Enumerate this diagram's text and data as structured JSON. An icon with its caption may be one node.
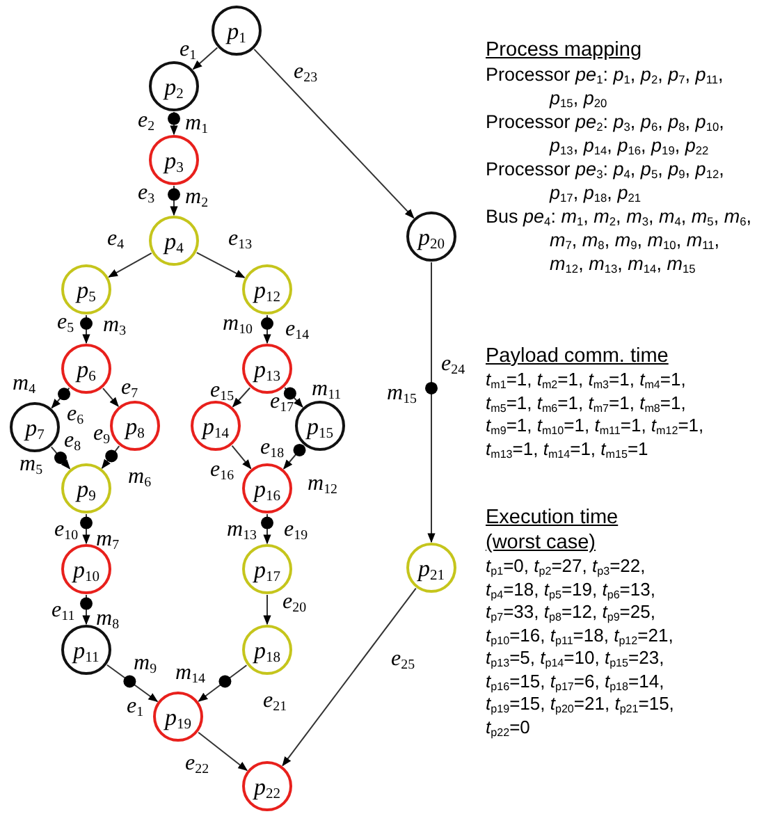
{
  "diagram": {
    "nodes": [
      {
        "text": [
          "*p*$_{1}$"
        ]
      },
      {
        "text": [
          "*p*$_{2}$"
        ]
      },
      {
        "text": [
          "*p*$_{3}$"
        ]
      },
      {
        "text": [
          "*p*$_{4}$"
        ]
      },
      {
        "text": [
          "*p*$_{5}$"
        ]
      },
      {
        "text": [
          "*p*$_{12}$"
        ]
      },
      {
        "text": [
          "*p*$_{6}$"
        ]
      },
      {
        "text": [
          "*p*$_{13}$"
        ]
      },
      {
        "text": [
          "*p*$_{7}$"
        ]
      },
      {
        "text": [
          "*p*$_{8}$"
        ]
      },
      {
        "text": [
          "*p*$_{14}$"
        ]
      },
      {
        "text": [
          "*p*$_{15}$"
        ]
      },
      {
        "text": [
          "*p*$_{9}$"
        ]
      },
      {
        "text": [
          "*p*$_{16}$"
        ]
      },
      {
        "text": [
          "*p*$_{10}$"
        ]
      },
      {
        "text": [
          "*p*$_{17}$"
        ]
      },
      {
        "text": [
          "*p*$_{11}$"
        ]
      },
      {
        "text": [
          "*p*$_{18}$"
        ]
      },
      {
        "text": [
          "*p*$_{19}$"
        ]
      },
      {
        "text": [
          "*p*$_{22}$"
        ]
      },
      {
        "text": [
          "*p*$_{20}$"
        ]
      },
      {
        "text": [
          "*p*$_{21}$"
        ]
      }
    ],
    "edges": [
      {
        "from": 0,
        "to": 1,
        "arrow": "to",
        "label": "*e*$_{1}$"
      },
      {
        "from": 1,
        "to": 2,
        "arrow": "to",
        "label": "*e*$_{2}$"
      },
      {
        "from": 2,
        "to": 3,
        "arrow": "to",
        "label": "*e*$_{3}$"
      },
      {
        "from": 3,
        "to": 4,
        "arrow": "to",
        "label": "*e*$_{4}$"
      },
      {
        "from": 4,
        "to": 6,
        "arrow": "to",
        "label": "*e*$_{5}$"
      },
      {
        "from": 6,
        "to": 8,
        "arrow": "to",
        "label": "*e*$_{6}$"
      },
      {
        "from": 6,
        "to": 9,
        "arrow": "to",
        "label": "*e*$_{7}$"
      },
      {
        "from": 8,
        "to": 12,
        "arrow": "to",
        "label": "*e*$_{8}$"
      },
      {
        "from": 9,
        "to": 12,
        "arrow": "to",
        "label": "*e*$_{9}$"
      },
      {
        "from": 12,
        "to": 14,
        "arrow": "to",
        "label": "*e*$_{10}$"
      },
      {
        "from": 14,
        "to": 16,
        "arrow": "to",
        "label": "*e*$_{11}$"
      },
      {
        "from": 3,
        "to": 5,
        "arrow": "to",
        "label": "*e*$_{13}$"
      },
      {
        "from": 5,
        "to": 7,
        "arrow": "to",
        "label": "*e*$_{14}$"
      },
      {
        "from": 7,
        "to": 10,
        "arrow": "to",
        "label": "*e*$_{15}$"
      },
      {
        "from": 10,
        "to": 13,
        "arrow": "to",
        "label": "*e*$_{16}$"
      },
      {
        "from": 7,
        "to": 11,
        "arrow": "to",
        "label": "*e*$_{17}$"
      },
      {
        "from": 11,
        "to": 13,
        "arrow": "to",
        "label": "*e*$_{18}$"
      },
      {
        "from": 13,
        "to": 15,
        "arrow": "to",
        "label": "*e*$_{19}$"
      },
      {
        "from": 15,
        "to": 17,
        "arrow": "to",
        "label": "*e*$_{20}$"
      },
      {
        "from": 16,
        "to": 18,
        "arrow": "to",
        "label": "*e*$_{1}$"
      },
      {
        "from": 17,
        "to": 18,
        "arrow": "to",
        "label": "*e*$_{21}$"
      },
      {
        "from": 18,
        "to": 19,
        "arrow": "to",
        "label": "*e*$_{22}$"
      },
      {
        "from": 0,
        "to": 20,
        "arrow": "to",
        "label": "*e*$_{23}$"
      },
      {
        "from": 20,
        "to": 21,
        "arrow": "to",
        "label": "*e*$_{24}$"
      },
      {
        "from": 21,
        "to": 19,
        "arrow": "to",
        "label": "*e*$_{25}$"
      }
    ],
    "labels": [
      "*m*$_{1}$",
      "*m*$_{2}$",
      "*m*$_{3}$",
      "*m*$_{4}$",
      "*m*$_{5}$",
      "*m*$_{6}$",
      "*m*$_{7}$",
      "*m*$_{8}$",
      "*m*$_{9}$",
      "*m*$_{10}$",
      "*m*$_{11}$",
      "*m*$_{12}$",
      "*m*$_{13}$",
      "*m*$_{14}$",
      "*m*$_{15}$",
      "Process mapping",
      "Processor *pe*$_{1}$: *p*$_{1}$, *p*$_{2}$, *p*$_{7}$, *p*$_{11}$, *p*$_{15}$, *p*$_{20}$",
      "Processor *pe*$_{2}$: *p*$_{3}$, *p*$_{6}$, *p*$_{8}$, *p*$_{10}$, *p*$_{13}$, *p*$_{14}$, *p*$_{16}$, *p*$_{19}$, *p*$_{22}$",
      "Processor *pe*$_{3}$: *p*$_{4}$, *p*$_{5}$, *p*$_{9}$, *p*$_{12}$, *p*$_{17}$, *p*$_{18}$, *p*$_{21}$",
      "Bus *pe*$_{4}$: *m*$_{1}$, *m*$_{2}$, *m*$_{3}$, *m*$_{4}$, *m*$_{5}$, *m*$_{6}$, *m*$_{7}$, *m*$_{8}$, *m*$_{9}$, *m*$_{10}$, *m*$_{11}$, *m*$_{12}$, *m*$_{13}$, *m*$_{14}$, *m*$_{15}$",
      "Payload comm. time",
      "*t*$_{m1}$=1, *t*$_{m2}$=1, *t*$_{m3}$=1, *t*$_{m4}$=1,",
      "*t*$_{m5}$=1, *t*$_{m6}$=1, *t*$_{m7}$=1, *t*$_{m8}$=1,",
      "*t*$_{m9}$=1, *t*$_{m10}$=1, *t*$_{m11}$=1, *t*$_{m12}$=1,",
      "*t*$_{m13}$=1, *t*$_{m14}$=1, *t*$_{m15}$=1",
      "Execution time (worst case)",
      "*t*$_{p1}$=0, *t*$_{p2}$=27, *t*$_{p3}$=22,",
      "*t*$_{p4}$=18, *t*$_{p5}$=19, *t*$_{p6}$=13,",
      "*t*$_{p7}$=33, *t*$_{p8}$=12, *t*$_{p9}$=25,",
      "*t*$_{p10}$=16, *t*$_{p11}$=18, *t*$_{p12}$=21,",
      "*t*$_{p13}$=5, *t*$_{p14}$=10, *t*$_{p15}$=23,",
      "*t*$_{p16}$=15, *t*$_{p17}$=6, *t*$_{p18}$=14,",
      "*t*$_{p19}$=15, *t*$_{p20}$=21, *t*$_{p21}$=15,",
      "*t*$_{p22}$=0"
    ]
  }
}
